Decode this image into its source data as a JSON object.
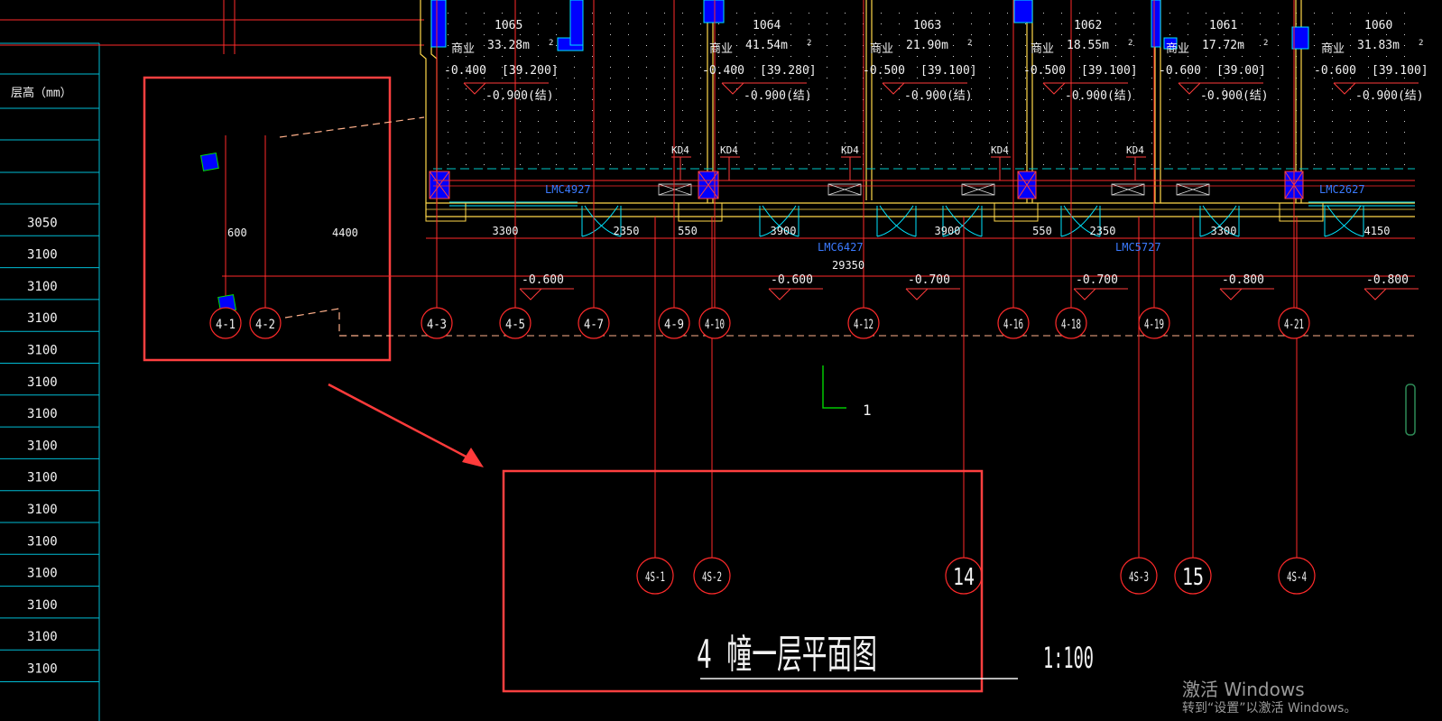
{
  "table": {
    "header": "层高（mm）",
    "values": [
      "3050",
      "3100",
      "3100",
      "3100",
      "3100",
      "3100",
      "3100",
      "3100",
      "3100",
      "3100",
      "3100",
      "3100",
      "3100",
      "3100",
      "3100"
    ]
  },
  "rooms": [
    {
      "id": "1065",
      "use": "商业",
      "area": "33.28m",
      "sup": "2",
      "level": "-0.400",
      "height": "[39.200]",
      "struct": "-0.900(结)"
    },
    {
      "id": "1064",
      "use": "商业",
      "area": "41.54m",
      "sup": "2",
      "level": "-0.400",
      "height": "[39.280]",
      "struct": "-0.900(结)"
    },
    {
      "id": "1063",
      "use": "商业",
      "area": "21.90m",
      "sup": "2",
      "level": "-0.500",
      "height": "[39.100]",
      "struct": "-0.900(结)"
    },
    {
      "id": "1062",
      "use": "商业",
      "area": "18.55m",
      "sup": "2",
      "level": "-0.500",
      "height": "[39.100]",
      "struct": "-0.900(结)"
    },
    {
      "id": "1061",
      "use": "商业",
      "area": "17.72m",
      "sup": "2",
      "level": "-0.600",
      "height": "[39.00]",
      "struct": "-0.900(结)"
    },
    {
      "id": "1060",
      "use": "商业",
      "area": "31.83m",
      "sup": "2",
      "level": "-0.600",
      "height": "[39.100]",
      "struct": "-0.900(结)"
    }
  ],
  "door_tags": [
    "KD4",
    "KD4",
    "KD4",
    "KD4",
    "KD4"
  ],
  "window_labels": [
    "LMC4927",
    "LMC6427",
    "LMC5727",
    "LMC2627"
  ],
  "dimensions": [
    "3300",
    "2350",
    "550",
    "3900",
    "3900",
    "550",
    "2350",
    "3300",
    "4150"
  ],
  "total_dimension": "29350",
  "inset_dimensions": [
    "600",
    "4400"
  ],
  "ground_levels": [
    "-0.600",
    "-0.600",
    "-0.700",
    "-0.700",
    "-0.800",
    "-0.800"
  ],
  "axis_labels_top": [
    "4-1",
    "4-2",
    "4-3",
    "4-5",
    "4-7",
    "4-9",
    "4-10",
    "4-12",
    "4-16",
    "4-18",
    "4-19",
    "4-21"
  ],
  "axis_labels_bottom": [
    "4S-1",
    "4S-2",
    "14",
    "4S-3",
    "15",
    "4S-4"
  ],
  "section_mark": "1",
  "drawing_title": "4 幢一层平面图",
  "scale": "1:100",
  "watermark": {
    "line1": "激活 Windows",
    "line2": "转到“设置”以激活 Windows。"
  },
  "colors": {
    "background": "#000000",
    "axis": "#ff2a2a",
    "wall": "#ffd84a",
    "column": "#0000ff",
    "window": "#00e5ff",
    "annotation": "#ff3b3b",
    "text": "#f2f2f2",
    "label_blue": "#3b7bff",
    "mark_green": "#00c800"
  }
}
